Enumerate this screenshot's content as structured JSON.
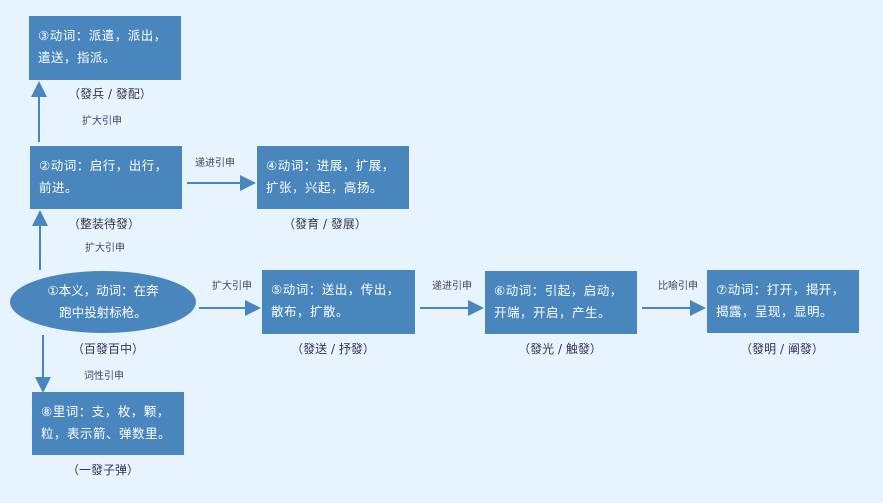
{
  "nodes": {
    "n1": {
      "line1": "①本义，动词：在奔",
      "line2": "跑中投射标枪。",
      "caption": "（百發百中）"
    },
    "n2": {
      "line1": "②动词：启行，出行，",
      "line2": "前进。",
      "caption": "（整装待發）"
    },
    "n3": {
      "line1": "③动词：派遣，派出，",
      "line2": "遣送，指派。",
      "caption": "（發兵 / 發配）"
    },
    "n4": {
      "line1": "④动词：进展，扩展，",
      "line2": "扩张，兴起，高扬。",
      "caption": "（發育 / 發展）"
    },
    "n5": {
      "line1": "⑤动词：送出，传出，",
      "line2": "散布，扩散。",
      "caption": "（發送 / 抒發）"
    },
    "n6": {
      "line1": "⑥动词：引起，启动，",
      "line2": "开端，开启，产生。",
      "caption": "（發光 / 触發）"
    },
    "n7": {
      "line1": "⑦动词：打开，揭开，",
      "line2": "揭露，呈现，显明。",
      "caption": "（發明 / 阐發）"
    },
    "n8": {
      "line1": "⑧里词：支，枚，颗，",
      "line2": "粒，表示箭、弹数里。",
      "caption": "（一發子弹）"
    }
  },
  "edges": {
    "e2to3": "扩大引申",
    "e2to4": "递进引申",
    "e1to2": "扩大引申",
    "e1to5": "扩大引申",
    "e5to6": "递进引申",
    "e6to7": "比喻引申",
    "e1to8": "词性引申"
  },
  "colors": {
    "node": "#4a86be",
    "background": "#e8f4fd",
    "arrow": "#4a86be"
  }
}
